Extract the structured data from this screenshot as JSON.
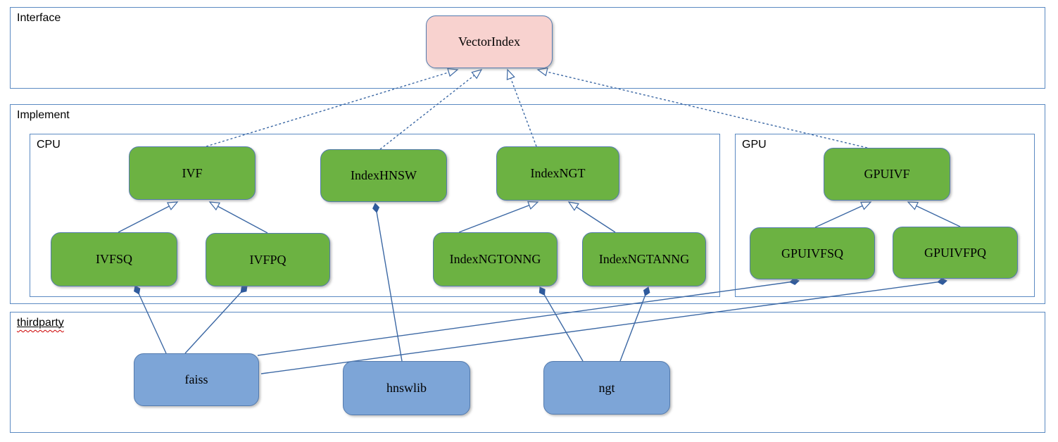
{
  "diagram_type": "UML class diagram",
  "colors": {
    "node_green_fill": "#6cb242",
    "node_blue_fill": "#7da5d7",
    "node_pink_fill": "#f8d2cf",
    "node_border": "#547bae",
    "container_border": "#5b8ac2",
    "edge_stroke": "#3c68a4",
    "spellcheck_squiggle": "#cc0000",
    "text": "#000000"
  },
  "containers": {
    "interface": {
      "label": "Interface"
    },
    "implement": {
      "label": "Implement"
    },
    "cpu": {
      "label": "CPU"
    },
    "gpu": {
      "label": "GPU"
    },
    "thirdparty": {
      "label": "thirdparty"
    }
  },
  "nodes": {
    "vectorindex": {
      "label": "VectorIndex",
      "group": "Interface"
    },
    "ivf": {
      "label": "IVF",
      "group": "Implement/CPU"
    },
    "indexhnsw": {
      "label": "IndexHNSW",
      "group": "Implement/CPU"
    },
    "indexngt": {
      "label": "IndexNGT",
      "group": "Implement/CPU"
    },
    "ivfsq": {
      "label": "IVFSQ",
      "group": "Implement/CPU"
    },
    "ivfpq": {
      "label": "IVFPQ",
      "group": "Implement/CPU"
    },
    "indexngtonng": {
      "label": "IndexNGTONNG",
      "group": "Implement/CPU"
    },
    "indexngtanng": {
      "label": "IndexNGTANNG",
      "group": "Implement/CPU"
    },
    "gpuivf": {
      "label": "GPUIVF",
      "group": "Implement/GPU"
    },
    "gpuivfsq": {
      "label": "GPUIVFSQ",
      "group": "Implement/GPU"
    },
    "gpuivfpq": {
      "label": "GPUIVFPQ",
      "group": "Implement/GPU"
    },
    "faiss": {
      "label": "faiss",
      "group": "thirdparty"
    },
    "hnswlib": {
      "label": "hnswlib",
      "group": "thirdparty"
    },
    "ngt": {
      "label": "ngt",
      "group": "thirdparty"
    }
  },
  "edges": [
    {
      "from": "IVF",
      "to": "VectorIndex",
      "type": "realization-dashed-open-arrow"
    },
    {
      "from": "IndexHNSW",
      "to": "VectorIndex",
      "type": "realization-dashed-open-arrow"
    },
    {
      "from": "IndexNGT",
      "to": "VectorIndex",
      "type": "realization-dashed-open-arrow"
    },
    {
      "from": "GPUIVF",
      "to": "VectorIndex",
      "type": "realization-dashed-open-arrow"
    },
    {
      "from": "IVFSQ",
      "to": "IVF",
      "type": "generalization-open-arrow"
    },
    {
      "from": "IVFPQ",
      "to": "IVF",
      "type": "generalization-open-arrow"
    },
    {
      "from": "IndexNGTONNG",
      "to": "IndexNGT",
      "type": "generalization-open-arrow"
    },
    {
      "from": "IndexNGTANNG",
      "to": "IndexNGT",
      "type": "generalization-open-arrow"
    },
    {
      "from": "GPUIVFSQ",
      "to": "GPUIVF",
      "type": "generalization-open-arrow"
    },
    {
      "from": "GPUIVFPQ",
      "to": "GPUIVF",
      "type": "generalization-open-arrow"
    },
    {
      "from": "faiss",
      "to": "IVFSQ",
      "type": "composition-filled-diamond"
    },
    {
      "from": "faiss",
      "to": "IVFPQ",
      "type": "composition-filled-diamond"
    },
    {
      "from": "faiss",
      "to": "GPUIVFSQ",
      "type": "composition-filled-diamond"
    },
    {
      "from": "faiss",
      "to": "GPUIVFPQ",
      "type": "composition-filled-diamond"
    },
    {
      "from": "hnswlib",
      "to": "IndexHNSW",
      "type": "composition-filled-diamond"
    },
    {
      "from": "ngt",
      "to": "IndexNGTONNG",
      "type": "composition-filled-diamond"
    },
    {
      "from": "ngt",
      "to": "IndexNGTANNG",
      "type": "composition-filled-diamond"
    }
  ]
}
